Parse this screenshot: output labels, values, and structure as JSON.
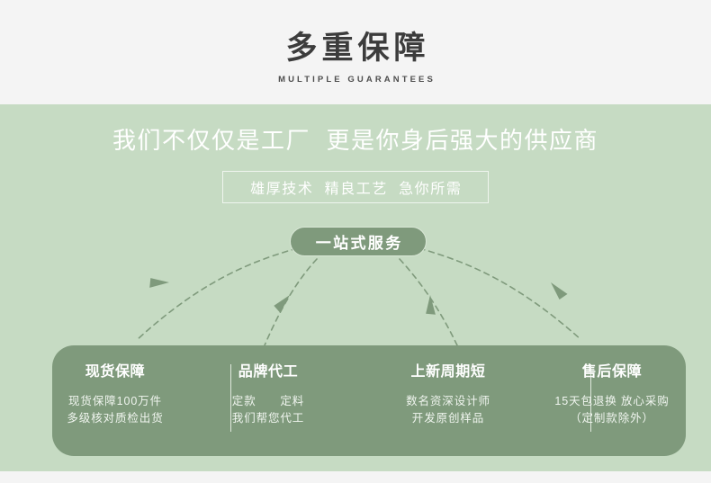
{
  "header": {
    "title": "多重保障",
    "subtitle": "MULTIPLE GUARANTEES"
  },
  "hero": {
    "headline": "我们不仅仅是工厂  更是你身后强大的供应商",
    "tagline": "雄厚技术  精良工艺  急你所需",
    "badge": "一站式服务"
  },
  "card": {
    "columns": [
      {
        "title": "现货保障",
        "line1": "现货保障100万件",
        "line2": "多级核对质检出货"
      },
      {
        "title": "品牌代工",
        "line1": "定款　　定料",
        "line2": "我们帮您代工"
      },
      {
        "title": "上新周期短",
        "line1": "数名资深设计师",
        "line2": "开发原创样品"
      },
      {
        "title": "售后保障",
        "line1": "15天包退换 放心采购",
        "line2": "（定制款除外）"
      }
    ]
  },
  "colors": {
    "header_band": "#f4f4f4",
    "panel_green": "#c6dbc3",
    "card_green": "#7f9a7c",
    "badge_green": "#7f9a7c",
    "text_dark": "#3c3c3c",
    "text_white": "#ffffff",
    "arrow_green": "#7f9a7c"
  }
}
